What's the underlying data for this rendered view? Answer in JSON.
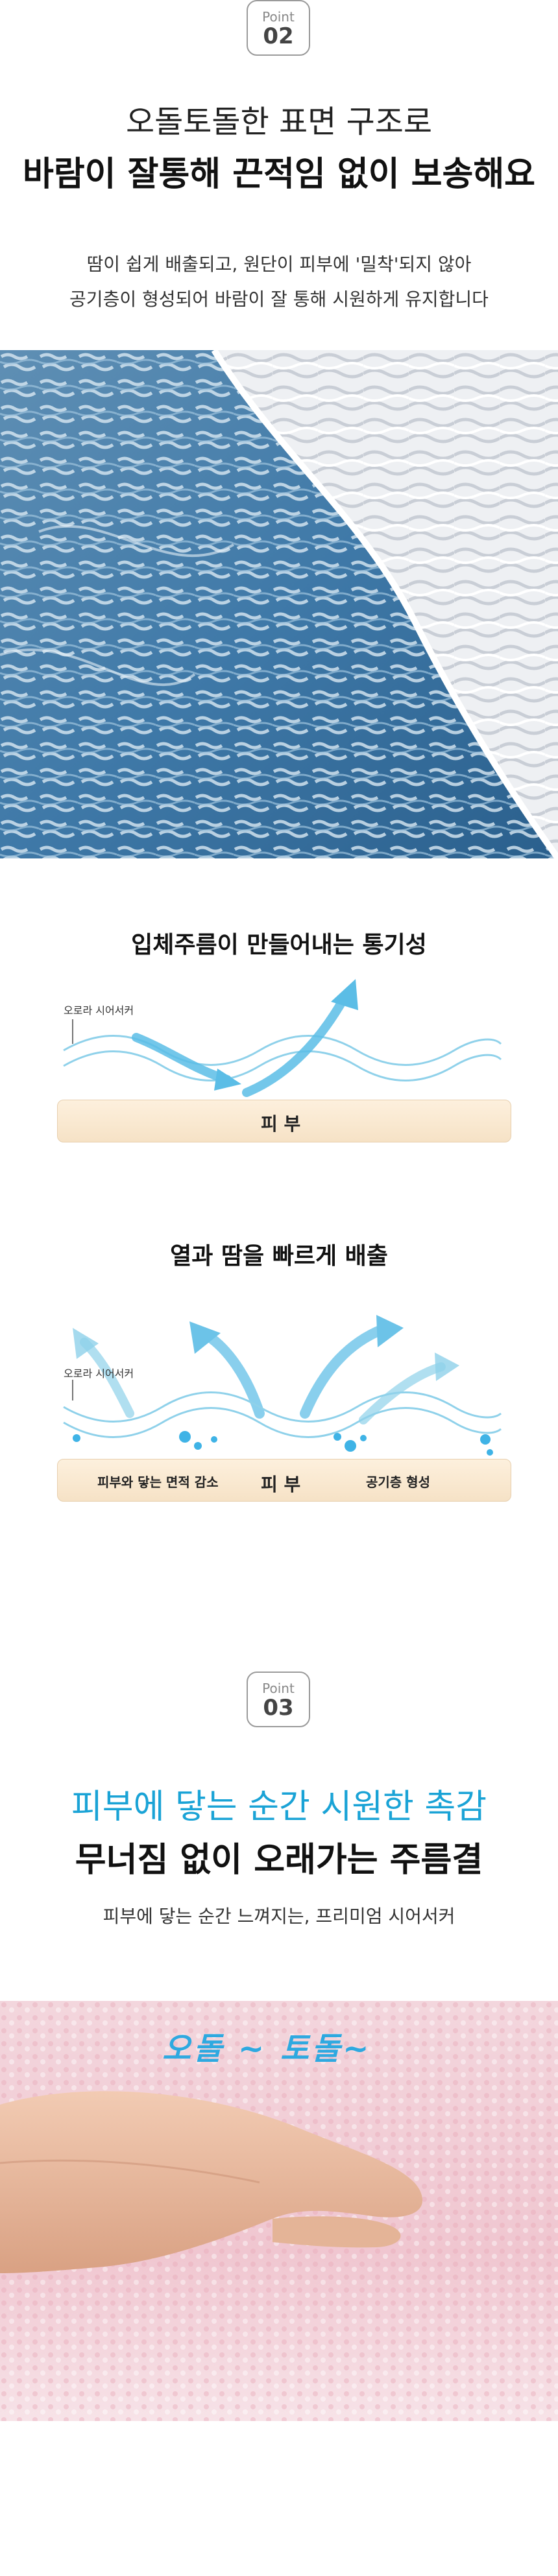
{
  "point2": {
    "badge_label": "Point",
    "badge_number": "02",
    "heading_line1": "오돌토돌한 표면 구조로",
    "heading_line2": "바람이 잘통해 끈적임 없이 보송해요",
    "desc_line1": "땀이 쉽게 배출되고, 원단이 피부에 '밀착'되지 않아",
    "desc_line2": "공기층이 형성되어 바람이 잘 통해 시원하게 유지합니다"
  },
  "diagram1": {
    "title": "입체주름이 만들어내는 통기성",
    "fabric_label": "오로라 시어서커",
    "skin_label": "피 부"
  },
  "diagram2": {
    "title": "열과 땀을 빠르게 배출",
    "fabric_label": "오로라 시어서커",
    "skin_left": "피부와 닿는 면적 감소",
    "skin_center": "피 부",
    "skin_right": "공기층 형성"
  },
  "point3": {
    "badge_label": "Point",
    "badge_number": "03",
    "heading_line1": "피부에 닿는 순간 시원한 촉감",
    "heading_line2": "무너짐 없이 오래가는 주름결",
    "desc": "피부에 닿는 순간 느껴지는, 프리미엄 시어서커",
    "photo_caption": "오돌 ~ 토돌~"
  },
  "colors": {
    "accent_blue": "#1aa3d6",
    "arrow_blue": "#5bbde6",
    "skin": "#f8e7cf"
  }
}
